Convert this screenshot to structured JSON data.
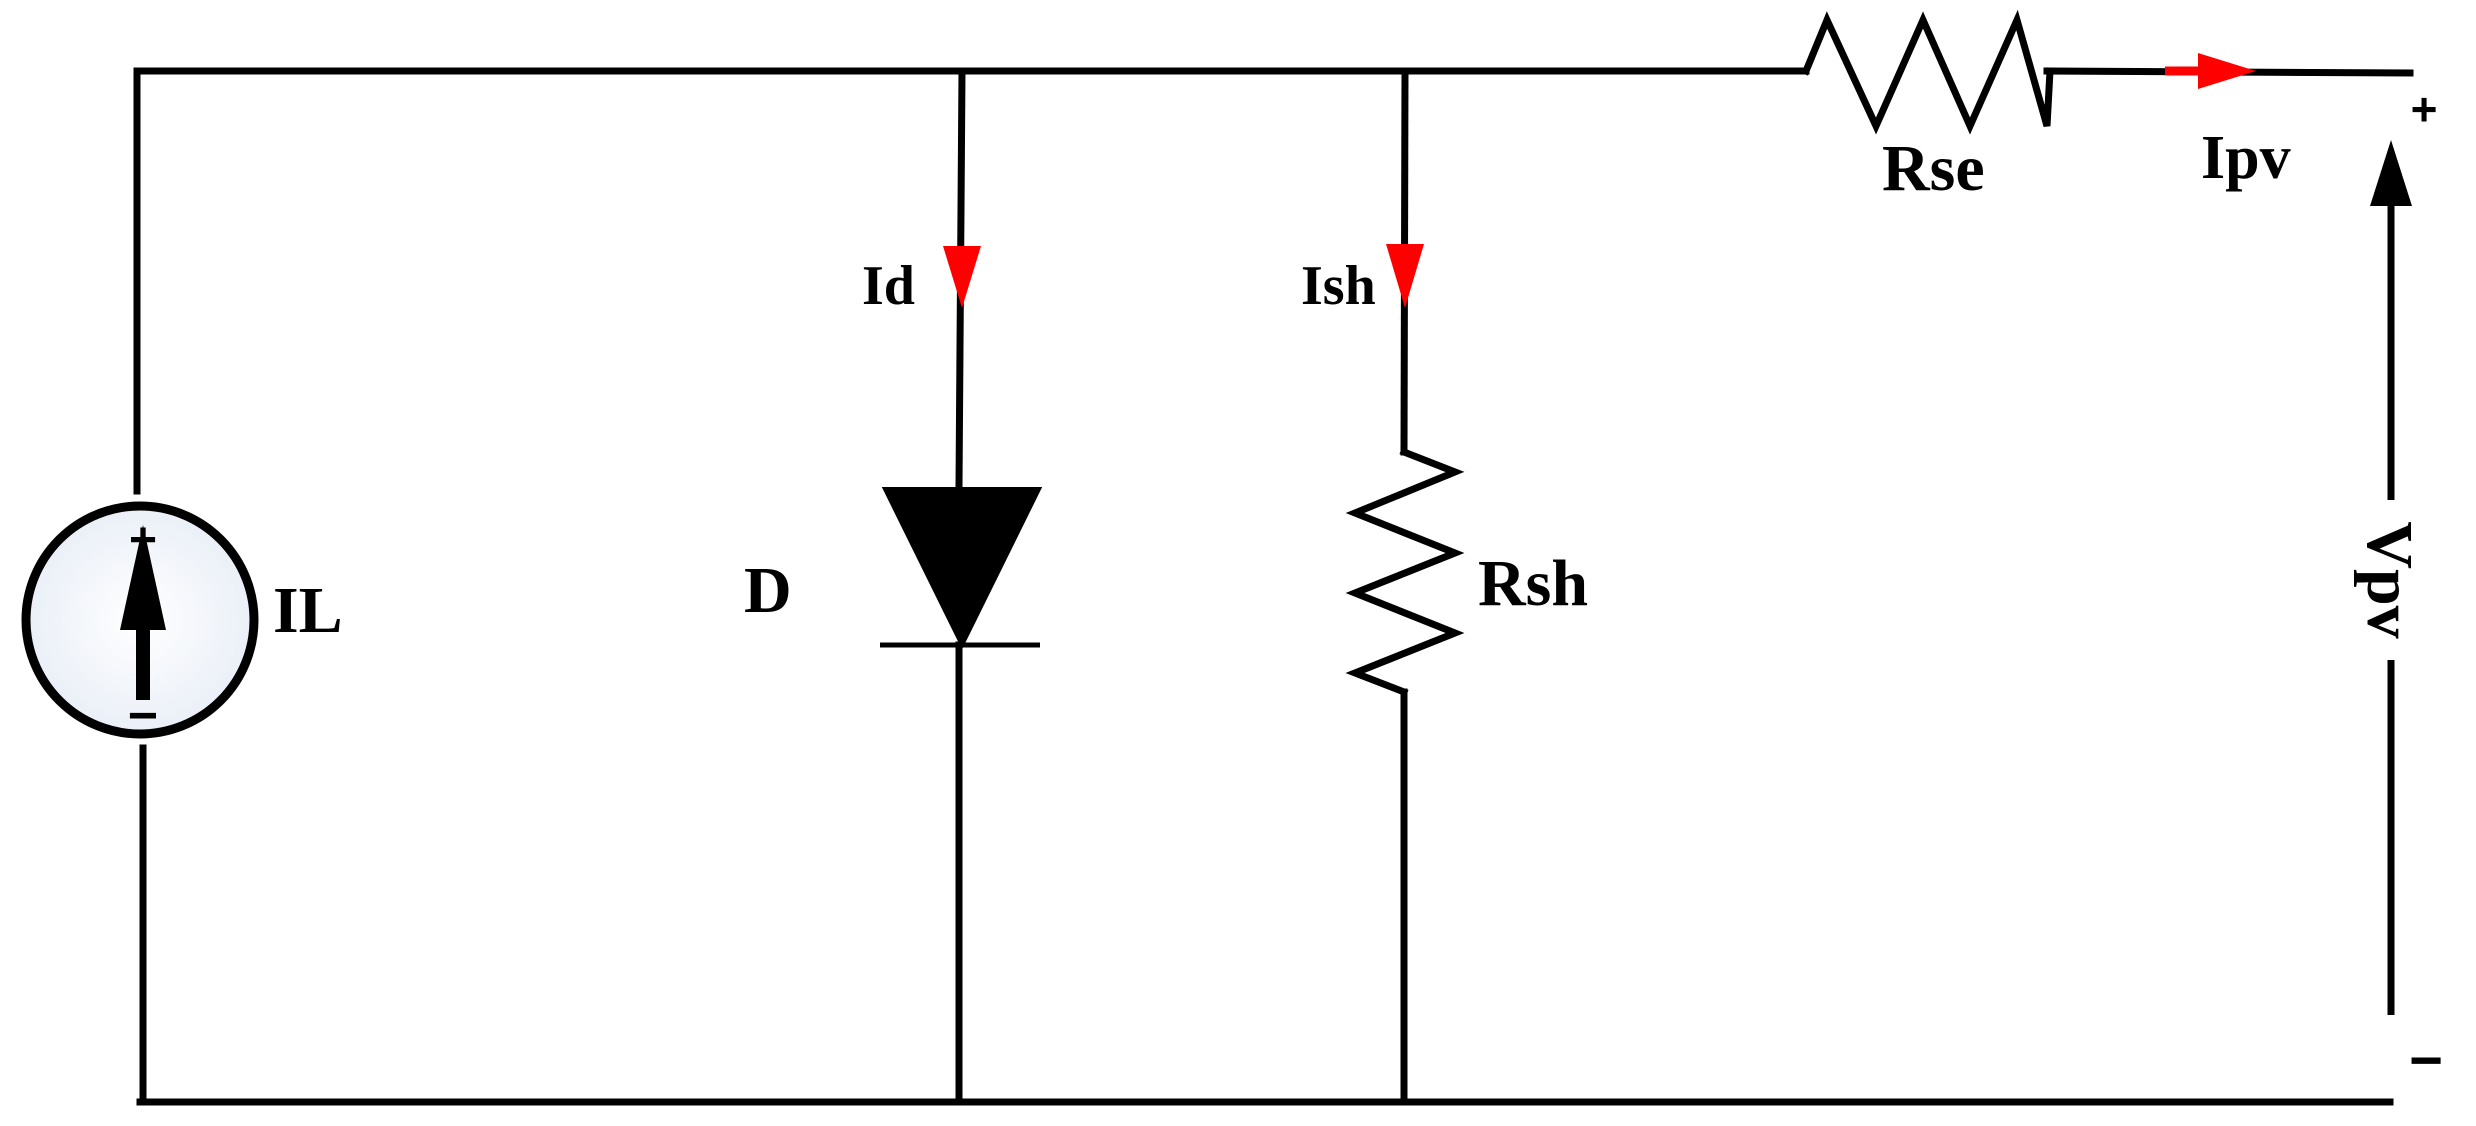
{
  "labels": {
    "current_source": "IL",
    "diode": "D",
    "diode_current": "Id",
    "shunt_resistor": "Rsh",
    "shunt_current": "Ish",
    "series_resistor": "Rse",
    "output_current": "Ipv",
    "output_voltage": "Vpv",
    "source_plus": "+",
    "source_minus": "−",
    "terminal_plus": "+",
    "terminal_minus": "−"
  },
  "colors": {
    "wire": "#000000",
    "current_arrow": "#ff0000",
    "source_fill": "#f2f5fb"
  },
  "icons": {
    "source": "current-source-icon",
    "diode": "diode-icon",
    "resistor": "resistor-icon"
  }
}
